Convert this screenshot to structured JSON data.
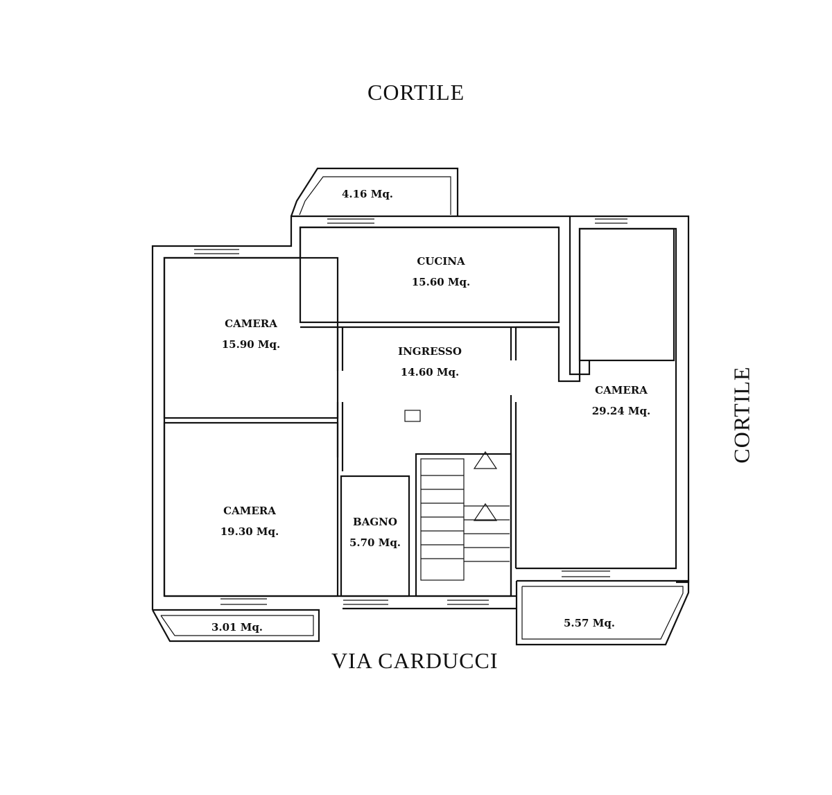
{
  "labels": {
    "courtyard_top": "CORTILE",
    "courtyard_right": "CORTILE",
    "street": "VIA CARDUCCI"
  },
  "rooms": [
    {
      "name": "",
      "area": "4.16 Mq."
    },
    {
      "name": "CUCINA",
      "area": "15.60 Mq."
    },
    {
      "name": "CAMERA",
      "area": "15.90 Mq."
    },
    {
      "name": "INGRESSO",
      "area": "14.60 Mq."
    },
    {
      "name": "CAMERA",
      "area": "29.24 Mq."
    },
    {
      "name": "CAMERA",
      "area": "19.30 Mq."
    },
    {
      "name": "BAGNO",
      "area": "5.70 Mq."
    },
    {
      "name": "",
      "area": "3.01 Mq."
    },
    {
      "name": "",
      "area": "5.57 Mq."
    }
  ]
}
